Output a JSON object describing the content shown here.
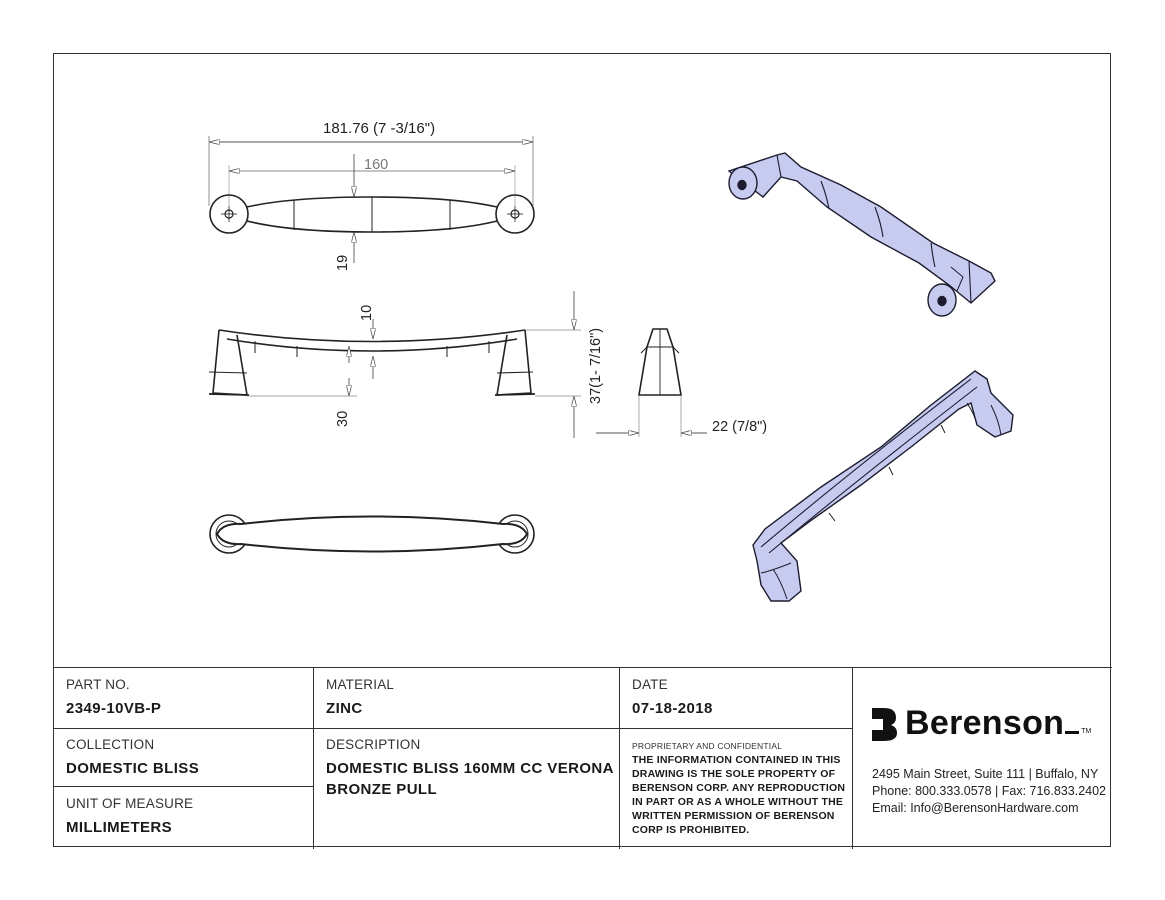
{
  "drawing": {
    "dim_overall": "181.76 (7 -3/16\")",
    "dim_cc": "160",
    "dim_width": "19",
    "dim_top": "10",
    "dim_clearance": "30",
    "dim_height": "37(1- 7/16\")",
    "dim_base": "22 (7/8\")",
    "colors": {
      "line": "#222222",
      "dim": "#555555",
      "iso_fill": "#c7cbf0",
      "iso_edge": "#1c1c2e"
    }
  },
  "title_block": {
    "part_no": {
      "label": "PART NO.",
      "value": "2349-10VB-P"
    },
    "material": {
      "label": "MATERIAL",
      "value": "ZINC"
    },
    "date": {
      "label": "DATE",
      "value": "07-18-2018"
    },
    "collection": {
      "label": "COLLECTION",
      "value": "DOMESTIC BLISS"
    },
    "description": {
      "label": "DESCRIPTION",
      "line1": "DOMESTIC BLISS 160MM CC VERONA",
      "line2": "BRONZE PULL"
    },
    "unit": {
      "label": "UNIT OF MEASURE",
      "value": "MILLIMETERS"
    },
    "proprietary": {
      "heading": "PROPRIETARY AND CONFIDENTIAL",
      "lines": [
        "THE INFORMATION CONTAINED IN THIS",
        "DRAWING IS THE SOLE PROPERTY OF",
        "BERENSON CORP. ANY REPRODUCTION",
        "IN PART OR AS A WHOLE WITHOUT THE",
        "WRITTEN PERMISSION OF BERENSON",
        "CORP IS PROHIBITED."
      ]
    },
    "company": {
      "name": "Berenson",
      "tm": "TM",
      "address": "2495 Main Street, Suite 111 | Buffalo, NY",
      "phone": "Phone: 800.333.0578 | Fax: 716.833.2402",
      "email": "Email: Info@BerensonHardware.com",
      "icon": "berenson-logo-mark"
    }
  }
}
